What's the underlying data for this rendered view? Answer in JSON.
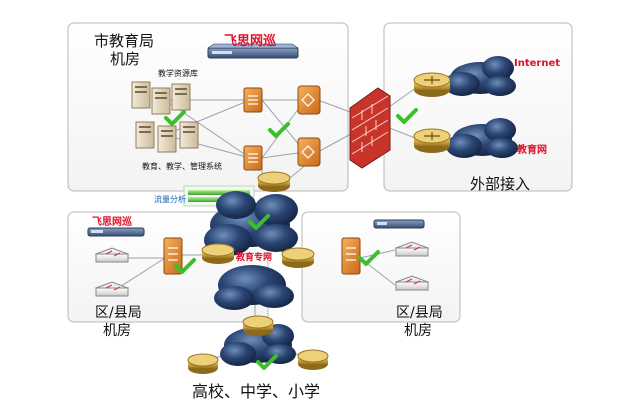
{
  "city_bureau": {
    "title_line1": "市教育局",
    "title_line2": "机房",
    "brand": "飞思网巡",
    "resource_library": "教学资源库",
    "systems": "教育、教学、管理系统"
  },
  "external": {
    "internet": "Internet",
    "edu_net": "教育网",
    "title": "外部接入"
  },
  "traffic_analysis": "流量分析",
  "district_left": {
    "brand": "飞思网巡",
    "title_line1": "区/县局",
    "title_line2": "机房"
  },
  "district_right": {
    "title_line1": "区/县局",
    "title_line2": "机房"
  },
  "private_net": "教育专网",
  "schools": "高校、中学、小学",
  "colors": {
    "brand_red": "#e0102a",
    "cloud_dark": "#1c2f52",
    "router_gold": "#c9a23c",
    "switch_orange": "#e3882a",
    "check_green": "#3bbf2a",
    "box_border": "#b8b8b8"
  }
}
